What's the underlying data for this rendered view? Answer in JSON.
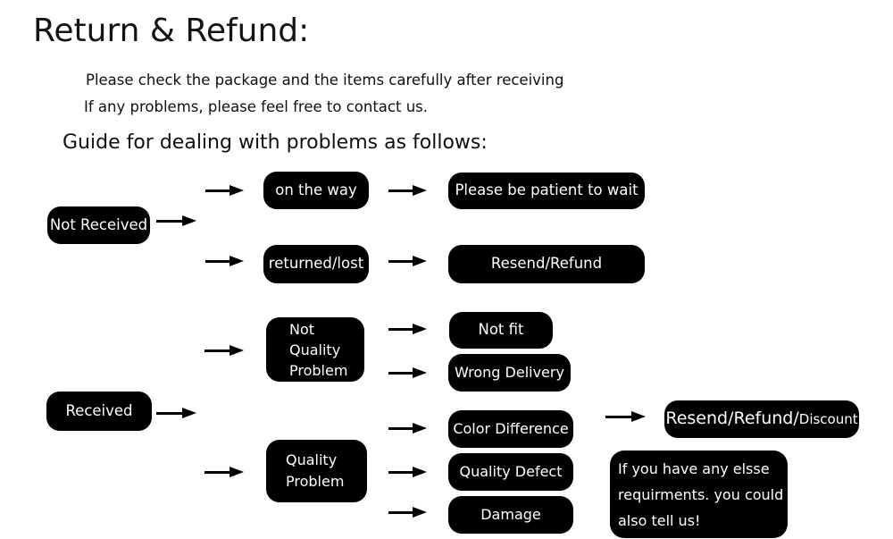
{
  "header": {
    "title": "Return & Refund:",
    "subtitle_line1": "Please check the package and the items carefully after receiving",
    "subtitle_line2": "If any problems, please feel free to contact us.",
    "guide": "Guide for dealing with problems as follows:"
  },
  "colors": {
    "background": "#ffffff",
    "node_bg": "#000000",
    "node_text": "#ffffff",
    "heading_text": "#141414"
  },
  "flowchart": {
    "nodes": {
      "not_received": "Not Received",
      "on_the_way": "on the way",
      "please_wait": "Please be patient to wait",
      "returned_lost": "returned/lost",
      "resend_refund": "Resend/Refund",
      "not_quality_problem": "Not\nQuality\nProblem",
      "received": "Received",
      "not_fit": "Not fit",
      "wrong_delivery": "Wrong Delivery",
      "quality_problem": "Quality\nProblem",
      "color_difference": "Color Difference",
      "quality_defect": "Quality Defect",
      "damage": "Damage",
      "resend_refund_discount_main": "Resend/Refund/",
      "resend_refund_discount_small": "Discount",
      "note": "If you have any elsse\nrequirments. you could\nalso tell us!"
    }
  }
}
